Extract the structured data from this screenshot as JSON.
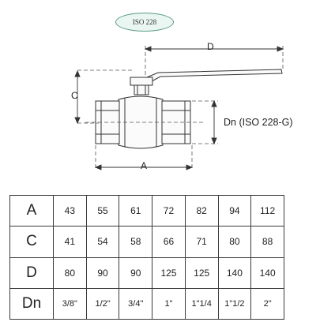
{
  "standard_badge": "ISO 228",
  "dimension_labels": {
    "d": "D",
    "c": "C",
    "a": "A",
    "dn": "Dn (ISO 228-G)"
  },
  "table": {
    "rows": [
      {
        "label": "A",
        "values": [
          "43",
          "55",
          "61",
          "72",
          "82",
          "94",
          "112"
        ]
      },
      {
        "label": "C",
        "values": [
          "41",
          "54",
          "58",
          "66",
          "71",
          "80",
          "88"
        ]
      },
      {
        "label": "D",
        "values": [
          "80",
          "90",
          "90",
          "125",
          "125",
          "140",
          "140"
        ]
      },
      {
        "label": "Dn",
        "values": [
          "3/8\"",
          "1/2\"",
          "3/4\"",
          "1\"",
          "1\"1/4",
          "1\"1/2",
          "2\""
        ]
      }
    ]
  }
}
